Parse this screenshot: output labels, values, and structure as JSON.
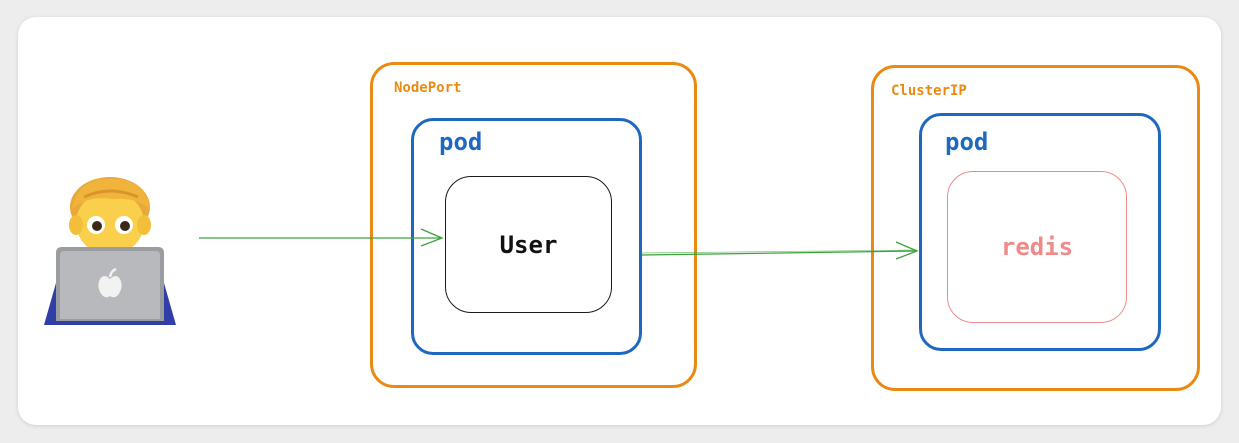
{
  "services": {
    "nodeport": {
      "label": "NodePort"
    },
    "clusterip": {
      "label": "ClusterIP"
    }
  },
  "pods": {
    "left": {
      "label": "pod"
    },
    "right": {
      "label": "pod"
    }
  },
  "apps": {
    "user": {
      "label": "User"
    },
    "redis": {
      "label": "redis"
    }
  },
  "colors": {
    "service_border": "#ea8a13",
    "pod_border": "#1f68c0",
    "app_border": "#1a1a1a",
    "redis_border": "#f08a8a",
    "arrow": "#3aa33a"
  },
  "icons": {
    "actor": "person-with-laptop-icon"
  }
}
